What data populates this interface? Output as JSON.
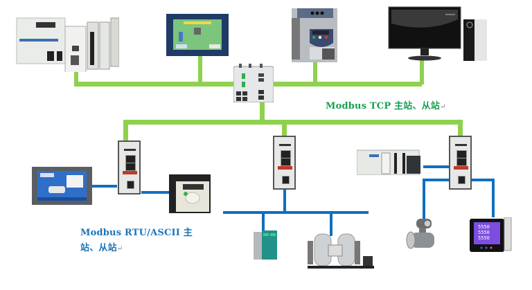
{
  "diagram": {
    "title": "Modbus gateway network topology",
    "colors": {
      "ethernet_bus": "#8fd14f",
      "serial_bus": "#0f6fc0",
      "tcp_label": "#14a050",
      "rtu_label": "#1b74b8"
    },
    "labels": {
      "tcp": "Modbus TCP 主站、从站",
      "rtu_line1": "Modbus RTU/ASCII 主",
      "rtu_line2": "站、从站",
      "return_mark": "↵"
    },
    "top_devices": [
      {
        "name": "PLC rack",
        "icon": "plc-icon"
      },
      {
        "name": "HMI touch panel",
        "icon": "hmi-icon"
      },
      {
        "name": "Variable frequency drive",
        "icon": "vfd-icon"
      },
      {
        "name": "Desktop computer",
        "icon": "computer-icon"
      }
    ],
    "core_switch": {
      "name": "Ethernet switch",
      "icon": "switch-icon"
    },
    "gateways": [
      {
        "name": "Gateway 1",
        "icon": "gateway-icon"
      },
      {
        "name": "Gateway 2",
        "icon": "gateway-icon"
      },
      {
        "name": "Gateway 3",
        "icon": "gateway-icon"
      }
    ],
    "serial_devices": [
      {
        "name": "Operator touch panel",
        "icon": "hmi-icon",
        "gateway": 1
      },
      {
        "name": "Small inverter",
        "icon": "inverter-icon",
        "gateway": 1
      },
      {
        "name": "Signal isolator",
        "icon": "isolator-icon",
        "gateway": 2
      },
      {
        "name": "Air dryer unit",
        "icon": "dryer-icon",
        "gateway": 2
      },
      {
        "name": "Modular PLC",
        "icon": "plc-icon",
        "gateway": 3
      },
      {
        "name": "Electromagnetic flowmeter",
        "icon": "flowmeter-icon",
        "gateway": 3
      },
      {
        "name": "Power meter",
        "icon": "power-meter-icon",
        "gateway": 3
      }
    ]
  }
}
